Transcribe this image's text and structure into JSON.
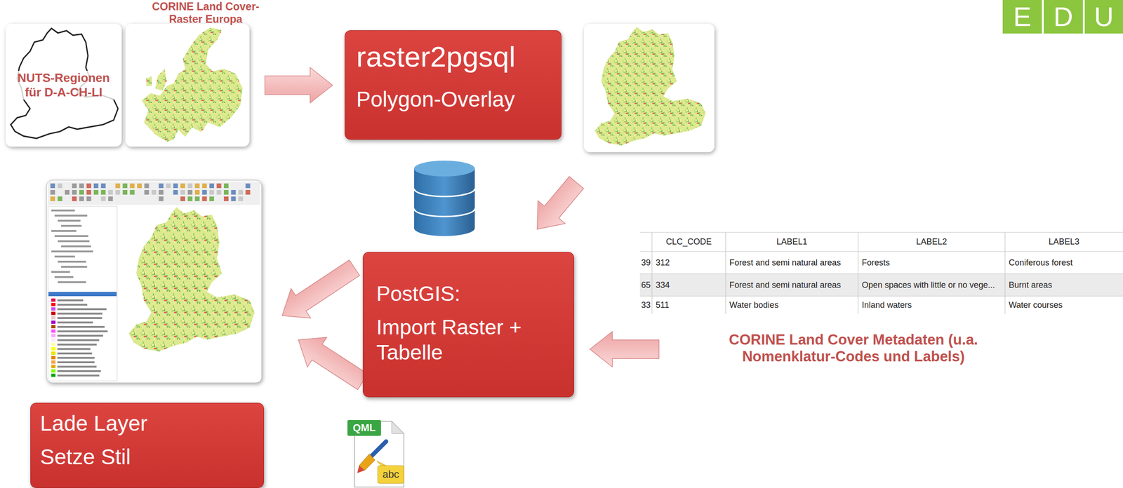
{
  "diagram": {
    "nodes": [
      {
        "text": [
          "NUTS-Regionen für D-A-CH-LI"
        ]
      },
      {
        "text": [
          "CORINE Land Cover- Raster Europa"
        ]
      },
      {
        "text": [
          "raster2pgsql",
          "Polygon-Overlay"
        ]
      },
      {
        "text": [
          "PostGIS:",
          "Import Raster + Tabelle"
        ]
      },
      {
        "text": [
          "Lade Layer",
          "Setze Stil"
        ]
      }
    ],
    "edges": [
      {
        "from": 1,
        "to": 2,
        "arrow": "to"
      }
    ],
    "labels": [
      "CLC_CODE",
      "LABEL1",
      "LABEL2",
      "LABEL3",
      "39",
      "312",
      "Forest and semi natural areas",
      "Forests",
      "Coniferous forest",
      "65",
      "334",
      "Forest and semi natural areas",
      "Open spaces with little or no vege...",
      "Burnt areas",
      "33",
      "511",
      "Water bodies",
      "Inland waters",
      "Water courses",
      "CORINE Land Cover Metadaten (u.a. Nomenklatur-Codes und Labels)",
      "QML",
      "abc",
      "E",
      "D",
      "U"
    ]
  }
}
